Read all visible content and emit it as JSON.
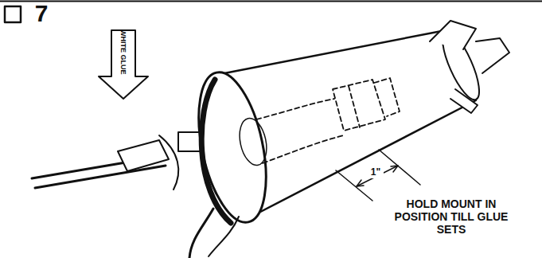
{
  "diagram": {
    "labels": [
      "7",
      "WHITE GLUE",
      "1\"",
      "HOLD MOUNT IN POSITION TILL GLUE SETS"
    ]
  }
}
